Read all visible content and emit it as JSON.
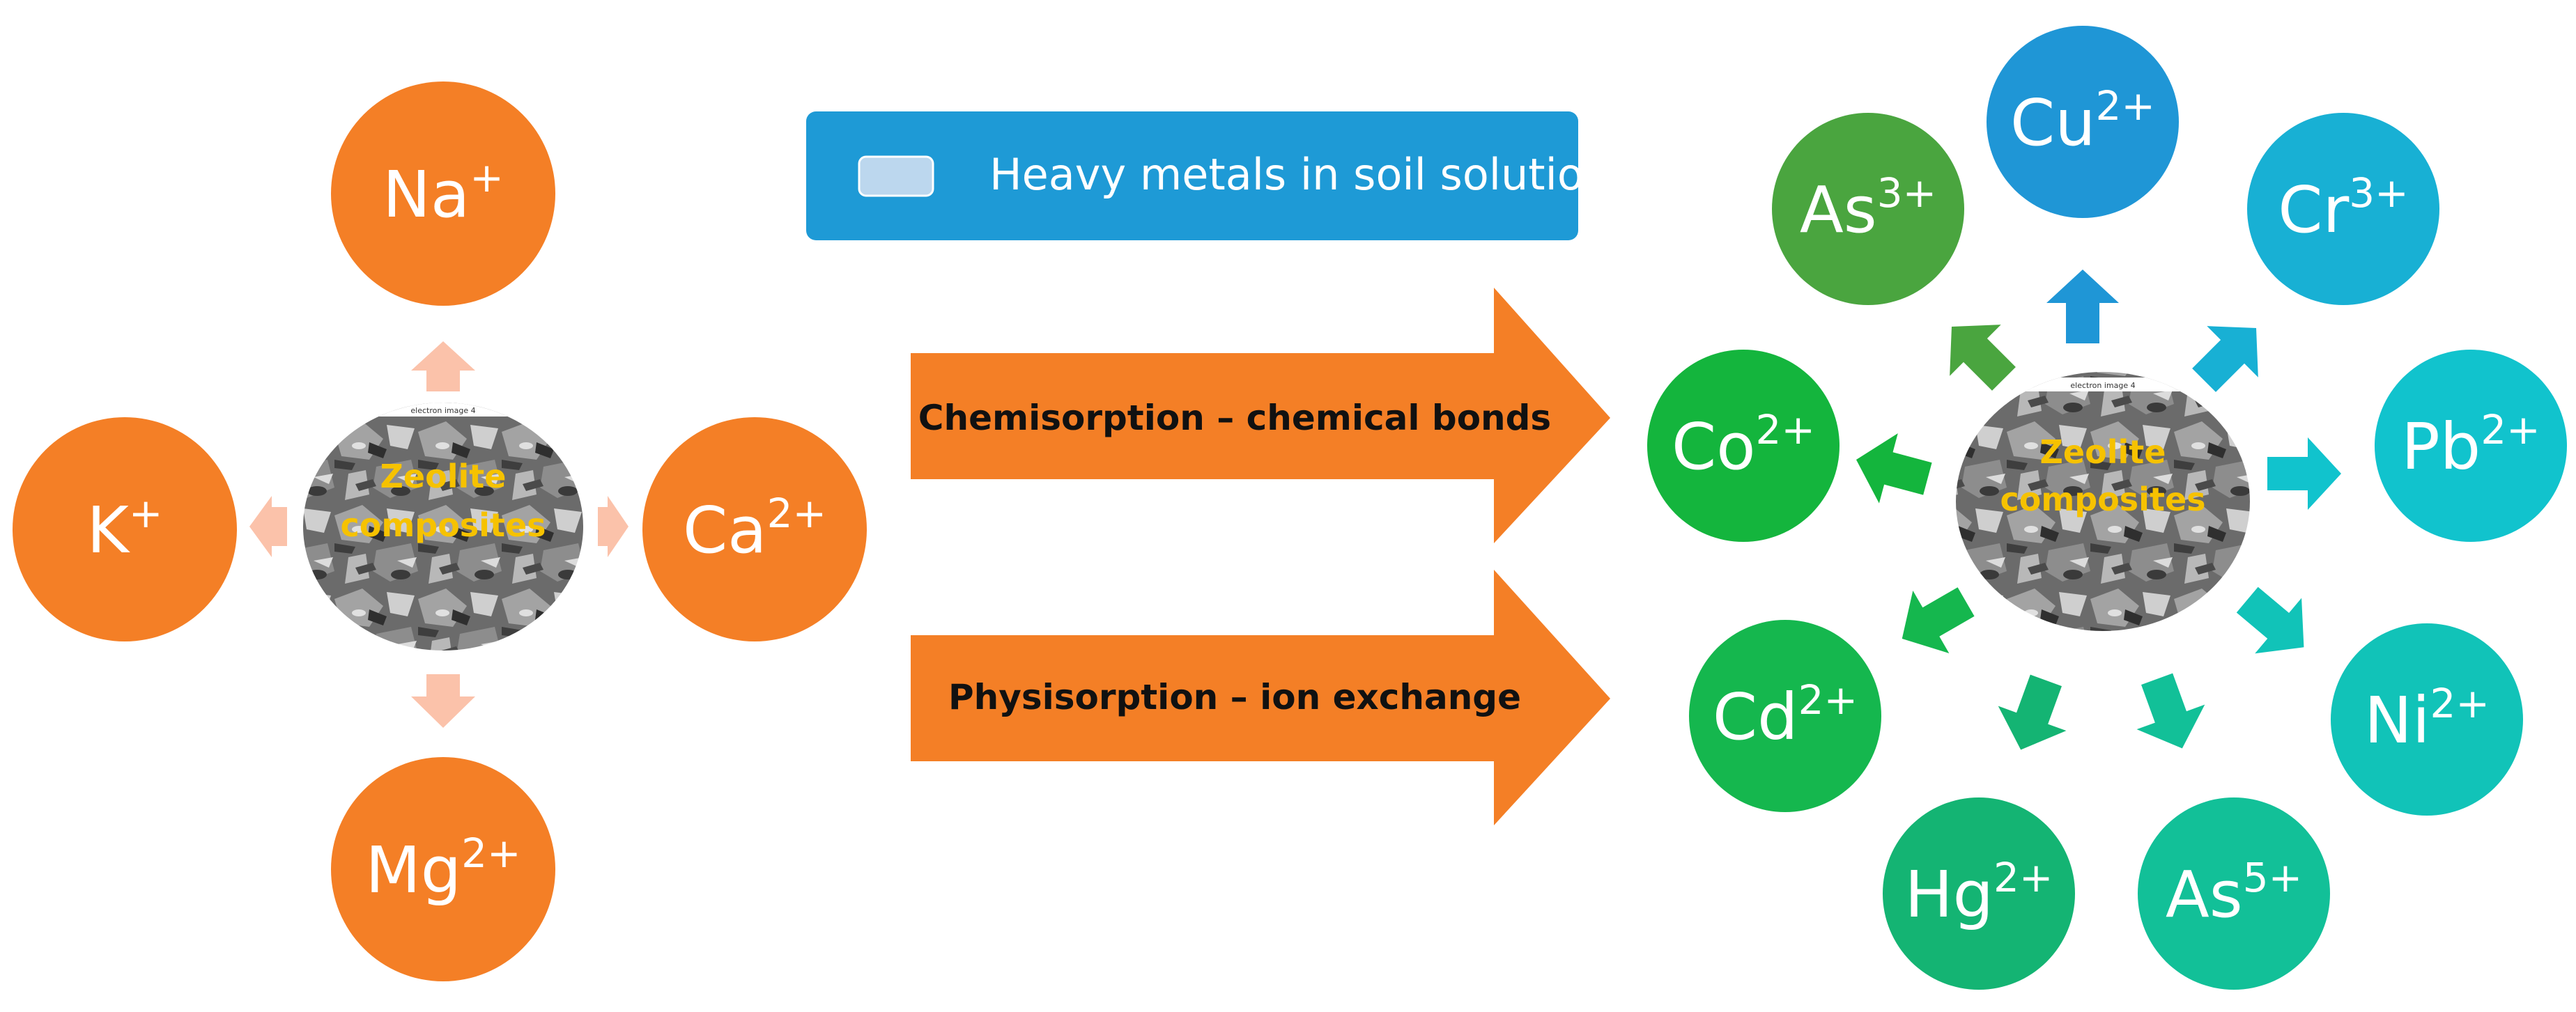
{
  "legend": {
    "label": "Heavy metals in soil solution",
    "color": "#1e9ad6",
    "swatch_color": "#bcd7ee"
  },
  "left_group": {
    "core": {
      "line1": "Zeolite",
      "line2": "composites",
      "caption": "electron image 4"
    },
    "ions": [
      {
        "id": "na",
        "base": "Na",
        "charge": "+",
        "color": "#f47f26"
      },
      {
        "id": "k",
        "base": "K",
        "charge": "+",
        "color": "#f47f26"
      },
      {
        "id": "ca",
        "base": "Ca",
        "charge": "2+",
        "color": "#f47f26"
      },
      {
        "id": "mg",
        "base": "Mg",
        "charge": "2+",
        "color": "#f47f26"
      }
    ],
    "arrow_color": "#fbc2aa"
  },
  "processes": [
    {
      "label": "Chemisorption – chemical bonds",
      "color": "#f47f26"
    },
    {
      "label": "Physisorption – ion exchange",
      "color": "#f47f26"
    }
  ],
  "right_group": {
    "core": {
      "line1": "Zeolite",
      "line2": "composites",
      "caption": "electron image 4"
    },
    "ions": [
      {
        "id": "cu",
        "base": "Cu",
        "charge": "2+",
        "color": "#1f96d6"
      },
      {
        "id": "cr",
        "base": "Cr",
        "charge": "3+",
        "color": "#18b0d4"
      },
      {
        "id": "pb",
        "base": "Pb",
        "charge": "2+",
        "color": "#11c3cd"
      },
      {
        "id": "ni",
        "base": "Ni",
        "charge": "2+",
        "color": "#11c3b8"
      },
      {
        "id": "as5",
        "base": "As",
        "charge": "5+",
        "color": "#12c098"
      },
      {
        "id": "hg",
        "base": "Hg",
        "charge": "2+",
        "color": "#14b473"
      },
      {
        "id": "cd",
        "base": "Cd",
        "charge": "2+",
        "color": "#15b74e"
      },
      {
        "id": "co",
        "base": "Co",
        "charge": "2+",
        "color": "#14b53d"
      },
      {
        "id": "as3",
        "base": "As",
        "charge": "3+",
        "color": "#4aa53f"
      }
    ]
  }
}
